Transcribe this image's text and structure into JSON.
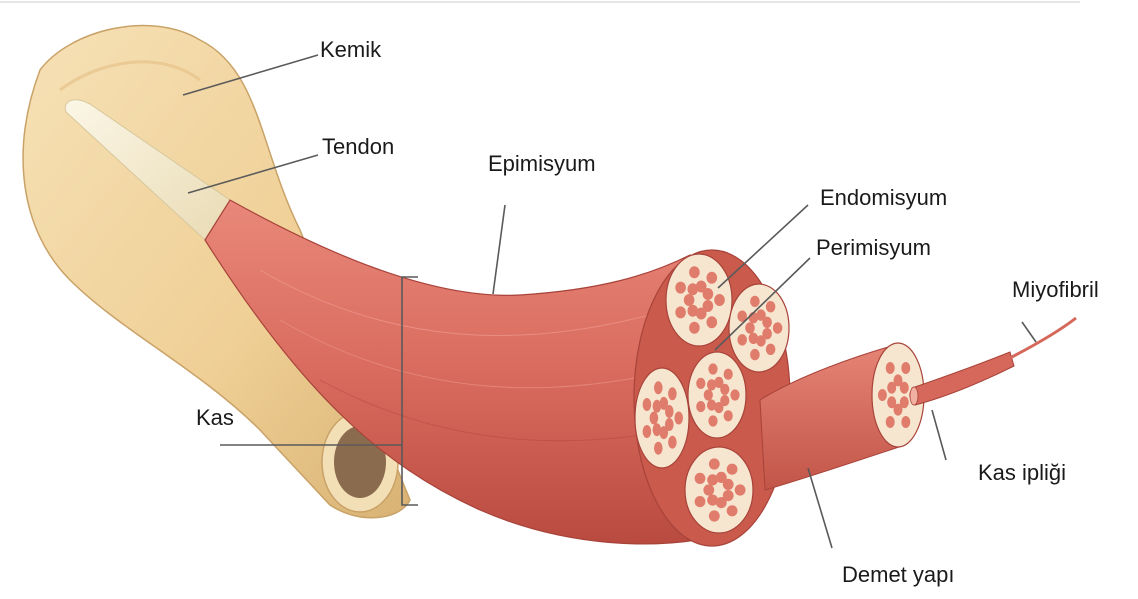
{
  "labels": {
    "kemik": "Kemik",
    "tendon": "Tendon",
    "epimisyum": "Epimisyum",
    "endomisyum": "Endomisyum",
    "perimisyum": "Perimisyum",
    "miyofibril": "Miyofibril",
    "kas": "Kas",
    "kas_ipligi": "Kas ipliği",
    "demet_yapi": "Demet yapı"
  },
  "colors": {
    "bone": "#f3d9a8",
    "bone_shadow": "#d9b47a",
    "tendon": "#f5ecd2",
    "muscle": "#d96b5e",
    "muscle_dark": "#b94a40",
    "muscle_light": "#e8887a",
    "fascicle_bg": "#f7e6cf",
    "fiber": "#e07c6c"
  }
}
